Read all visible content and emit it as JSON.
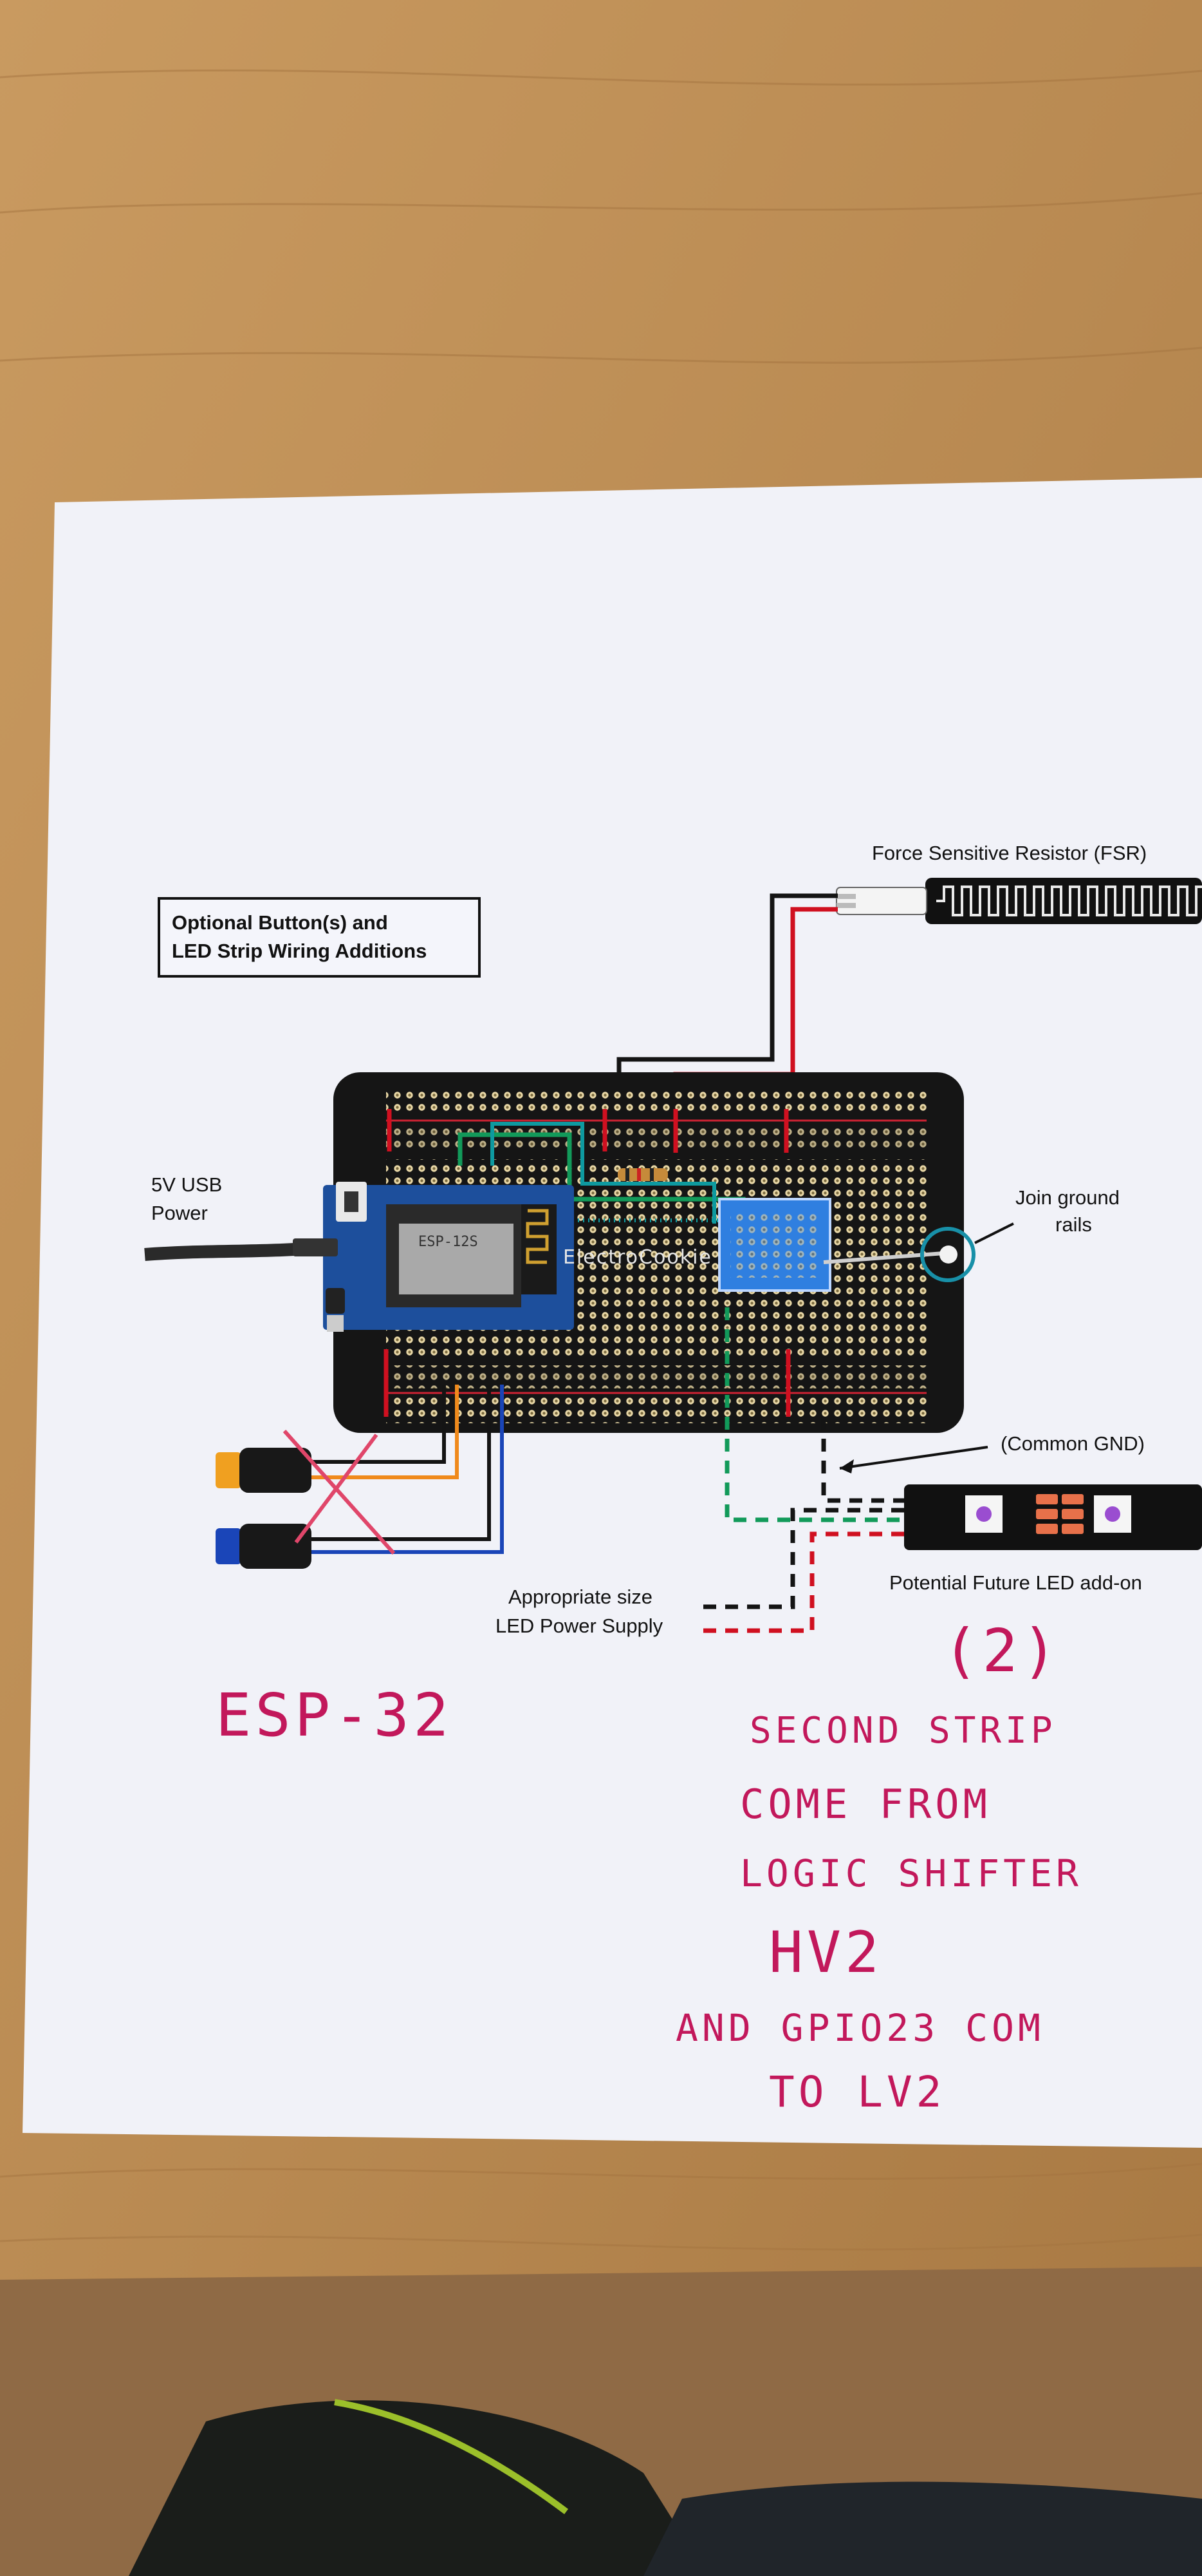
{
  "diagram": {
    "box_title": [
      "Optional Button(s) and",
      "LED Strip Wiring Additions"
    ],
    "fsr_label": "Force Sensitive Resistor (FSR)",
    "usb_label": [
      "5V USB",
      "Power"
    ],
    "ground_label": [
      "Join ground",
      "rails"
    ],
    "common_gnd_label": "(Common GND)",
    "future_led_label": "Potential Future LED add-on",
    "power_supply_label": [
      "Appropriate size",
      "LED Power Supply"
    ],
    "board_brand": "ElectroCookie",
    "module_text": "ESP-12S"
  },
  "notes": {
    "esp": "ESP-32",
    "number": "(2)",
    "lines": [
      "SECOND STRIP",
      "COME FROM",
      "LOGIC SHIFTER",
      "HV2",
      "AND GPIO23 COM",
      "TO LV2"
    ]
  },
  "colors": {
    "paper": "#f1f2f8",
    "table": "#b98a52",
    "board": "#151515",
    "wire_red": "#d01020",
    "wire_black": "#141414",
    "wire_green": "#129a5a",
    "wire_teal": "#0e9aa0",
    "wire_orange": "#f08a1c",
    "wire_blue": "#1a45b8",
    "ink": "#c2185b"
  }
}
